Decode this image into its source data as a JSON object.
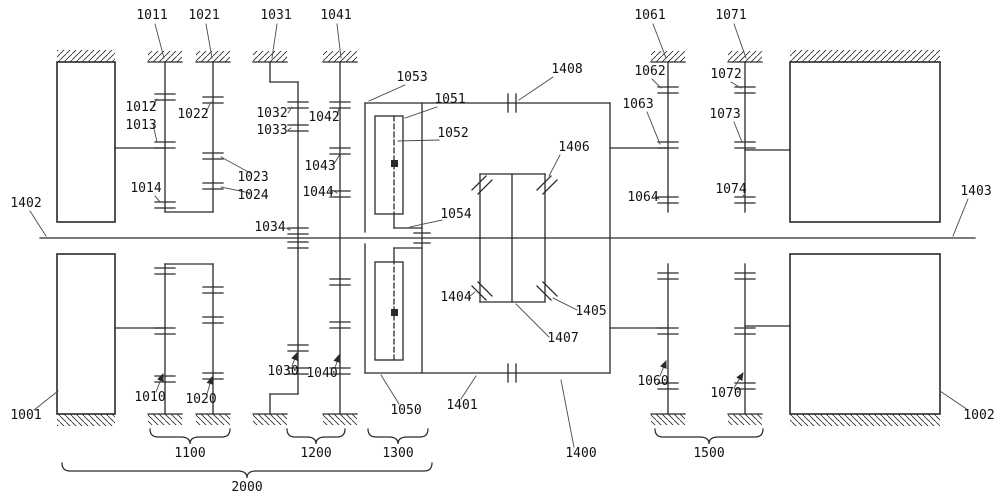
{
  "diagram": {
    "kind": "patent-gear-transmission-schematic",
    "background_color": "#ffffff",
    "line_color": "#2a2a2a"
  },
  "labels": {
    "n1001": "1001",
    "n1002": "1002",
    "n1010": "1010",
    "n1011": "1011",
    "n1012": "1012",
    "n1013": "1013",
    "n1014": "1014",
    "n1020": "1020",
    "n1021": "1021",
    "n1022": "1022",
    "n1023": "1023",
    "n1024": "1024",
    "n1030": "1030",
    "n1031": "1031",
    "n1032": "1032",
    "n1033": "1033",
    "n1034": "1034",
    "n1040": "1040",
    "n1041": "1041",
    "n1042": "1042",
    "n1043": "1043",
    "n1044": "1044",
    "n1050": "1050",
    "n1051": "1051",
    "n1052": "1052",
    "n1053": "1053",
    "n1054": "1054",
    "n1060": "1060",
    "n1061": "1061",
    "n1062": "1062",
    "n1063": "1063",
    "n1064": "1064",
    "n1070": "1070",
    "n1071": "1071",
    "n1072": "1072",
    "n1073": "1073",
    "n1074": "1074",
    "n1100": "1100",
    "n1200": "1200",
    "n1300": "1300",
    "n1400": "1400",
    "n1401": "1401",
    "n1402": "1402",
    "n1403": "1403",
    "n1404": "1404",
    "n1405": "1405",
    "n1406": "1406",
    "n1407": "1407",
    "n1408": "1408",
    "n1500": "1500",
    "n2000": "2000"
  }
}
